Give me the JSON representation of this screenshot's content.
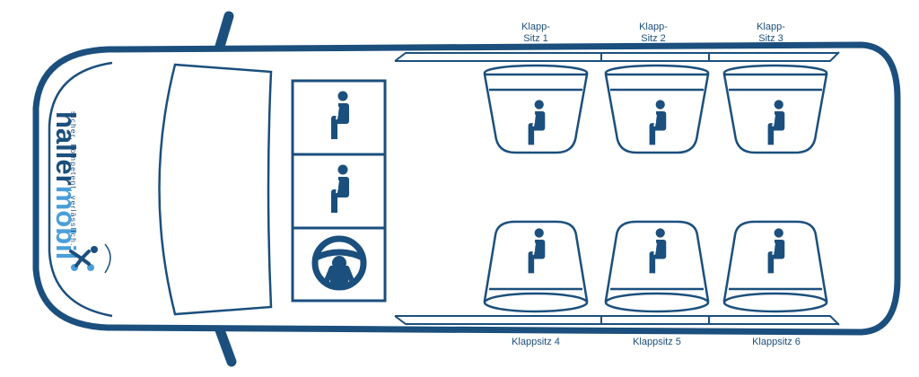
{
  "brand": {
    "name_part1": "haller",
    "name_part2": "mobil",
    "slogan": "sicher. kompetent. verlässlich.",
    "color_primary": "#1b4f7d",
    "color_accent": "#4a9fd8"
  },
  "seats": {
    "top": [
      {
        "line1": "Klapp-",
        "line2": "Sitz 1"
      },
      {
        "line1": "Klapp-",
        "line2": "Sitz 2"
      },
      {
        "line1": "Klapp-",
        "line2": "Sitz 3"
      }
    ],
    "bottom": [
      {
        "label": "Klappsitz 4"
      },
      {
        "label": "Klappsitz 5"
      },
      {
        "label": "Klappsitz 6"
      }
    ]
  },
  "front_row": [
    "passenger-seat",
    "passenger-seat",
    "driver-seat"
  ],
  "colors": {
    "outline": "#1b4f7d",
    "background": "#ffffff"
  }
}
